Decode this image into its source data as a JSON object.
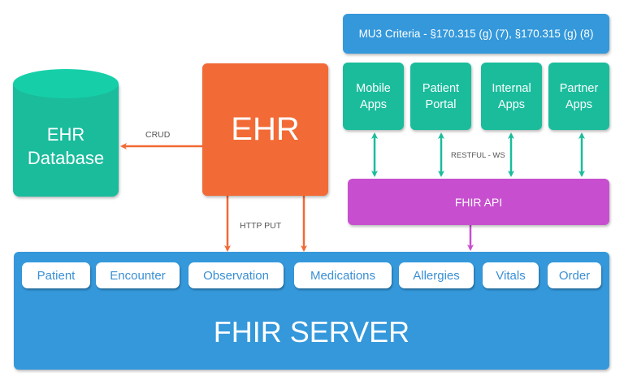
{
  "colors": {
    "teal": "#1abc9c",
    "orange": "#f26a35",
    "blue": "#3498db",
    "magenta": "#c74fcf",
    "chip_text": "#3a8fd4",
    "label_gray": "#555555"
  },
  "database": {
    "label": "EHR\nDatabase",
    "line1": "EHR",
    "line2": "Database"
  },
  "ehr": {
    "label": "EHR"
  },
  "criteria": {
    "label": "MU3 Criteria - §170.315 (g) (7), §170.315 (g) (8)"
  },
  "apps": [
    {
      "label": "Mobile\nApps"
    },
    {
      "label": "Patient\nPortal"
    },
    {
      "label": "Internal\nApps"
    },
    {
      "label": "Partner\nApps"
    }
  ],
  "fhir_api": {
    "label": "FHIR API"
  },
  "connections": {
    "crud": "CRUD",
    "http_put": "HTTP PUT",
    "restful": "RESTFUL - WS"
  },
  "fhir_server": {
    "title": "FHIR SERVER",
    "resources": [
      "Patient",
      "Encounter",
      "Observation",
      "Medications",
      "Allergies",
      "Vitals",
      "Order"
    ]
  }
}
